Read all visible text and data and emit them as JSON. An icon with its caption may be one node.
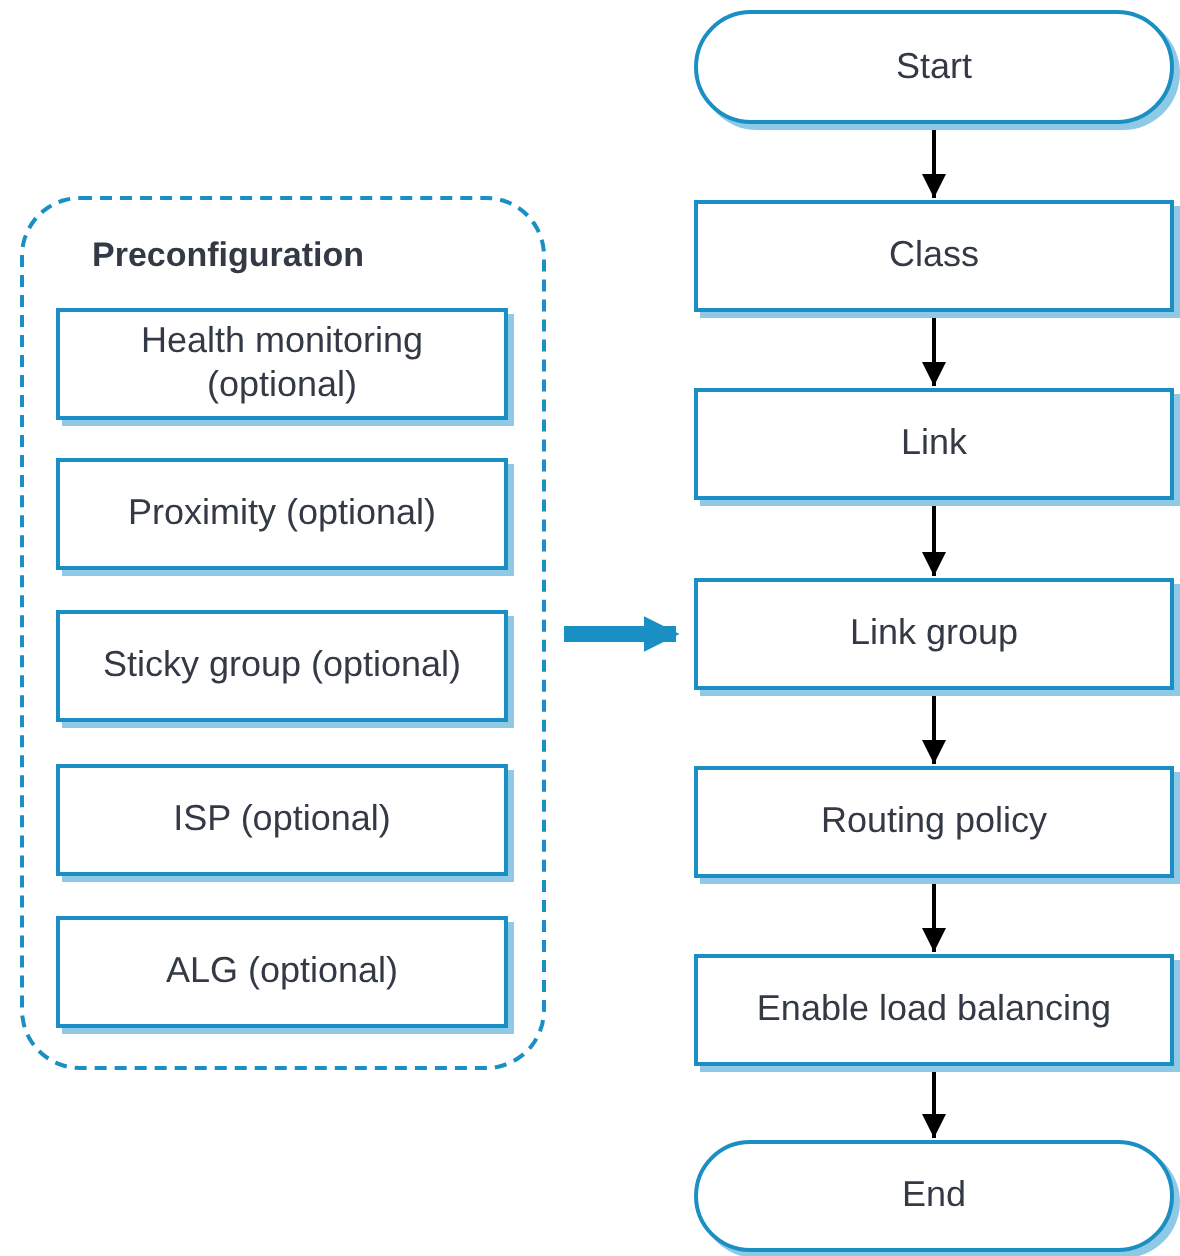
{
  "diagram": {
    "nodes": [
      {
        "text": [
          "Preconfiguration"
        ]
      },
      {
        "text": [
          "Health monitoring (optional)"
        ],
        "in": 0
      },
      {
        "text": [
          "Proximity (optional)"
        ],
        "in": 0
      },
      {
        "text": [
          "Sticky group (optional)"
        ],
        "in": 0
      },
      {
        "text": [
          "ISP (optional)"
        ],
        "in": 0
      },
      {
        "text": [
          "ALG (optional)"
        ],
        "in": 0
      },
      {
        "text": [
          "Start"
        ]
      },
      {
        "text": [
          "Class"
        ]
      },
      {
        "text": [
          "Link"
        ]
      },
      {
        "text": [
          "Link group"
        ]
      },
      {
        "text": [
          "Routing policy"
        ]
      },
      {
        "text": [
          "Enable load balancing"
        ]
      },
      {
        "text": [
          "End"
        ]
      }
    ],
    "edges": [
      {
        "from": 0,
        "to": 9,
        "arrow": "to",
        "style": "thick",
        "color": "#1a8fc4"
      },
      {
        "from": 6,
        "to": 7,
        "arrow": "to"
      },
      {
        "from": 7,
        "to": 8,
        "arrow": "to"
      },
      {
        "from": 8,
        "to": 9,
        "arrow": "to"
      },
      {
        "from": 9,
        "to": 10,
        "arrow": "to"
      },
      {
        "from": 10,
        "to": 11,
        "arrow": "to"
      },
      {
        "from": 11,
        "to": 12,
        "arrow": "to"
      }
    ]
  }
}
